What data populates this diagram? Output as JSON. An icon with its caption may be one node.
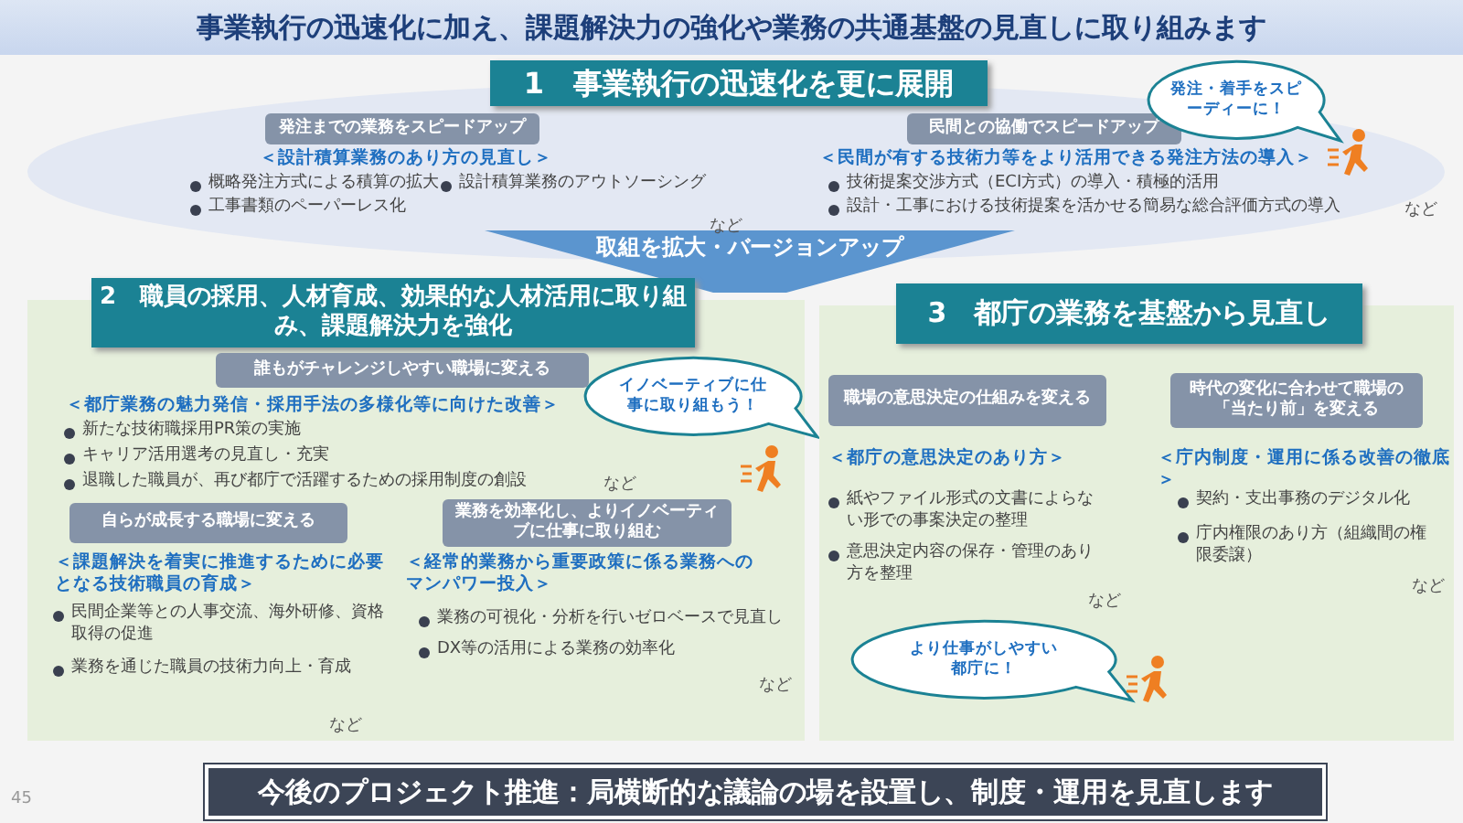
{
  "diagram": {
    "title": "事業執行の迅速化に加え、課題解決力の強化や業務の共通基盤の見直しに取り組みます",
    "nodes": [
      {
        "text": [
          "1　事業執行の迅速化を更に展開"
        ]
      },
      {
        "text": [
          "発注までの業務をスピードアップ"
        ],
        "in": 0
      },
      {
        "text": [
          "民間との協働でスピードアップ"
        ],
        "in": 0
      },
      {
        "text": [
          "発注・着手をスピーディーに！"
        ]
      },
      {
        "text": [
          "取組を拡大・バージョンアップ"
        ]
      },
      {
        "text": [
          "2　職員の採用、人材育成、効果的な人材活用に取り組み、課題解決力を強化"
        ]
      },
      {
        "text": [
          "誰もがチャレンジしやすい職場に変える"
        ],
        "in": 5
      },
      {
        "text": [
          "イノベーティブに仕事に取り組もう！"
        ],
        "in": 5
      },
      {
        "text": [
          "自らが成長する職場に変える"
        ],
        "in": 5
      },
      {
        "text": [
          "業務を効率化し、よりイノベーティブに仕事に取り組む"
        ],
        "in": 5
      },
      {
        "text": [
          "3　都庁の業務を基盤から見直し"
        ]
      },
      {
        "text": [
          "職場の意思決定の仕組みを変える"
        ],
        "in": 10
      },
      {
        "text": [
          "時代の変化に合わせて職場の「当たり前」を変える"
        ],
        "in": 10
      },
      {
        "text": [
          "より仕事がしやすい都庁に！"
        ],
        "in": 10
      },
      {
        "text": [
          "今後のプロジェクト推進：局横断的な議論の場を設置し、制度・運用を見直します"
        ]
      }
    ],
    "labels": [
      "＜設計積算業務のあり方の見直し＞",
      "概略発注方式による積算の拡大",
      "設計積算業務のアウトソーシング",
      "工事書類のペーパーレス化",
      "など",
      "＜民間が有する技術力等をより活用できる発注方法の導入＞",
      "技術提案交渉方式（ECI方式）の導入・積極的活用",
      "設計・工事における技術提案を活かせる簡易な総合評価方式の導入",
      "など",
      "＜都庁業務の魅力発信・採用手法の多様化等に向けた改善＞",
      "新たな技術職採用PR策の実施",
      "キャリア活用選考の見直し・充実",
      "退職した職員が、再び都庁で活躍するための採用制度の創設",
      "など",
      "＜課題解決を着実に推進するために必要となる技術職員の育成＞",
      "民間企業等との人事交流、海外研修、資格取得の促進",
      "業務を通じた職員の技術力向上・育成",
      "など",
      "＜経常的業務から重要政策に係る業務へのマンパワー投入＞",
      "業務の可視化・分析を行いゼロベースで見直し",
      "DX等の活用による業務の効率化",
      "など",
      "＜都庁の意思決定のあり方＞",
      "紙やファイル形式の文書によらない形での事案決定の整理",
      "意思決定内容の保存・管理のあり方を整理",
      "など",
      "＜庁内制度・運用に係る改善の徹底＞",
      "契約・支出事務のデジタル化",
      "庁内権限のあり方（組織間の権限委譲）",
      "など",
      "45"
    ]
  }
}
